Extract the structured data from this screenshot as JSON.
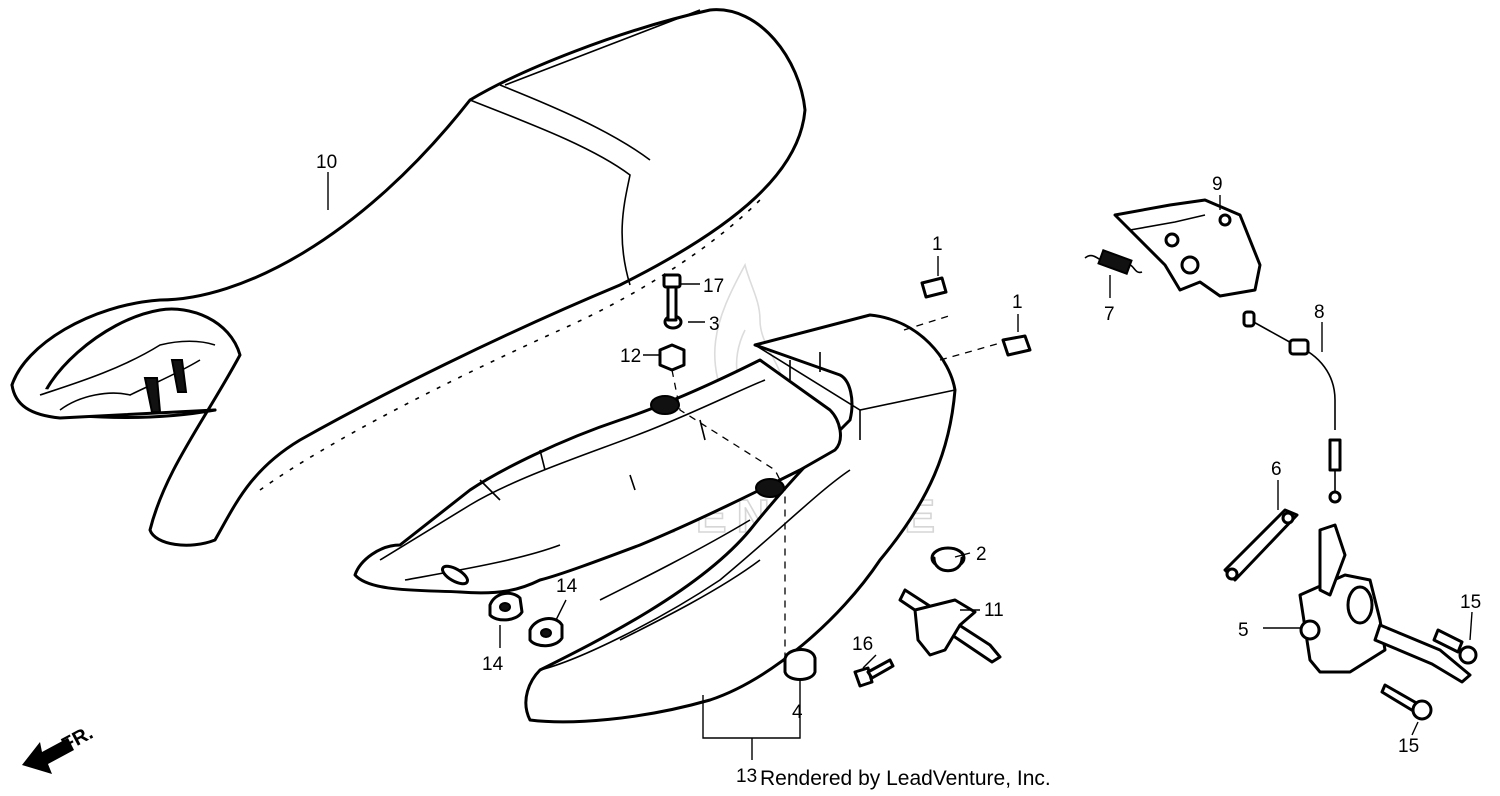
{
  "watermark": "LEADVENTURE",
  "credit": "Rendered by LeadVenture, Inc.",
  "direction_label": "FR.",
  "icons": [
    "front-arrow-icon",
    "flame-logo-icon"
  ],
  "callouts": {
    "p1a": "1",
    "p1b": "1",
    "p2": "2",
    "p3": "3",
    "p4": "4",
    "p5": "5",
    "p6": "6",
    "p7": "7",
    "p8": "8",
    "p9": "9",
    "p10": "10",
    "p11": "11",
    "p12": "12",
    "p13": "13",
    "p14a": "14",
    "p14b": "14",
    "p15a": "15",
    "p15b": "15",
    "p16": "16",
    "p17": "17"
  }
}
